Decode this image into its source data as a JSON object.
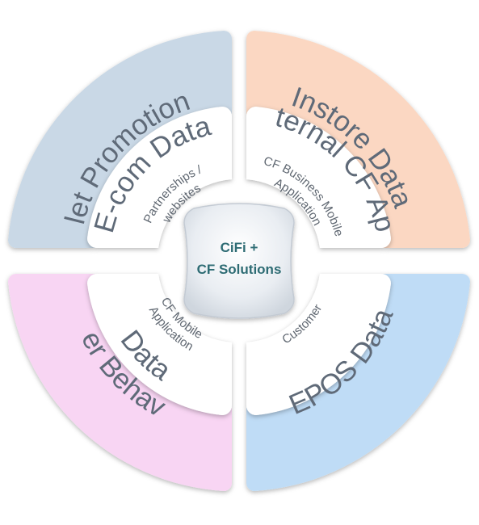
{
  "center": {
    "line1": "CiFi +",
    "line2": "CF Solutions"
  },
  "outer": {
    "top_left": {
      "line1": "Leaflet Promotion Data",
      "line2": "E-com Data",
      "color": "#c9d8e6"
    },
    "top_right": {
      "line1": "Instore Data",
      "line2": "Internal CF App",
      "color": "#fbd7c2"
    },
    "bottom_left": {
      "line1": "User Behavior",
      "line2": "Data",
      "color": "#f8d5f3"
    },
    "bottom_right": {
      "line1": "EPOS Data",
      "color": "#bfdcf6"
    }
  },
  "inner": {
    "top_left": {
      "line1": "Partnerships /",
      "line2": "websites"
    },
    "top_right": {
      "line1": "CF Business Mobile",
      "line2": "Application"
    },
    "bottom_left": {
      "line1": "CF Mobile",
      "line2": "Application"
    },
    "bottom_right": {
      "line1": "Customer"
    }
  }
}
